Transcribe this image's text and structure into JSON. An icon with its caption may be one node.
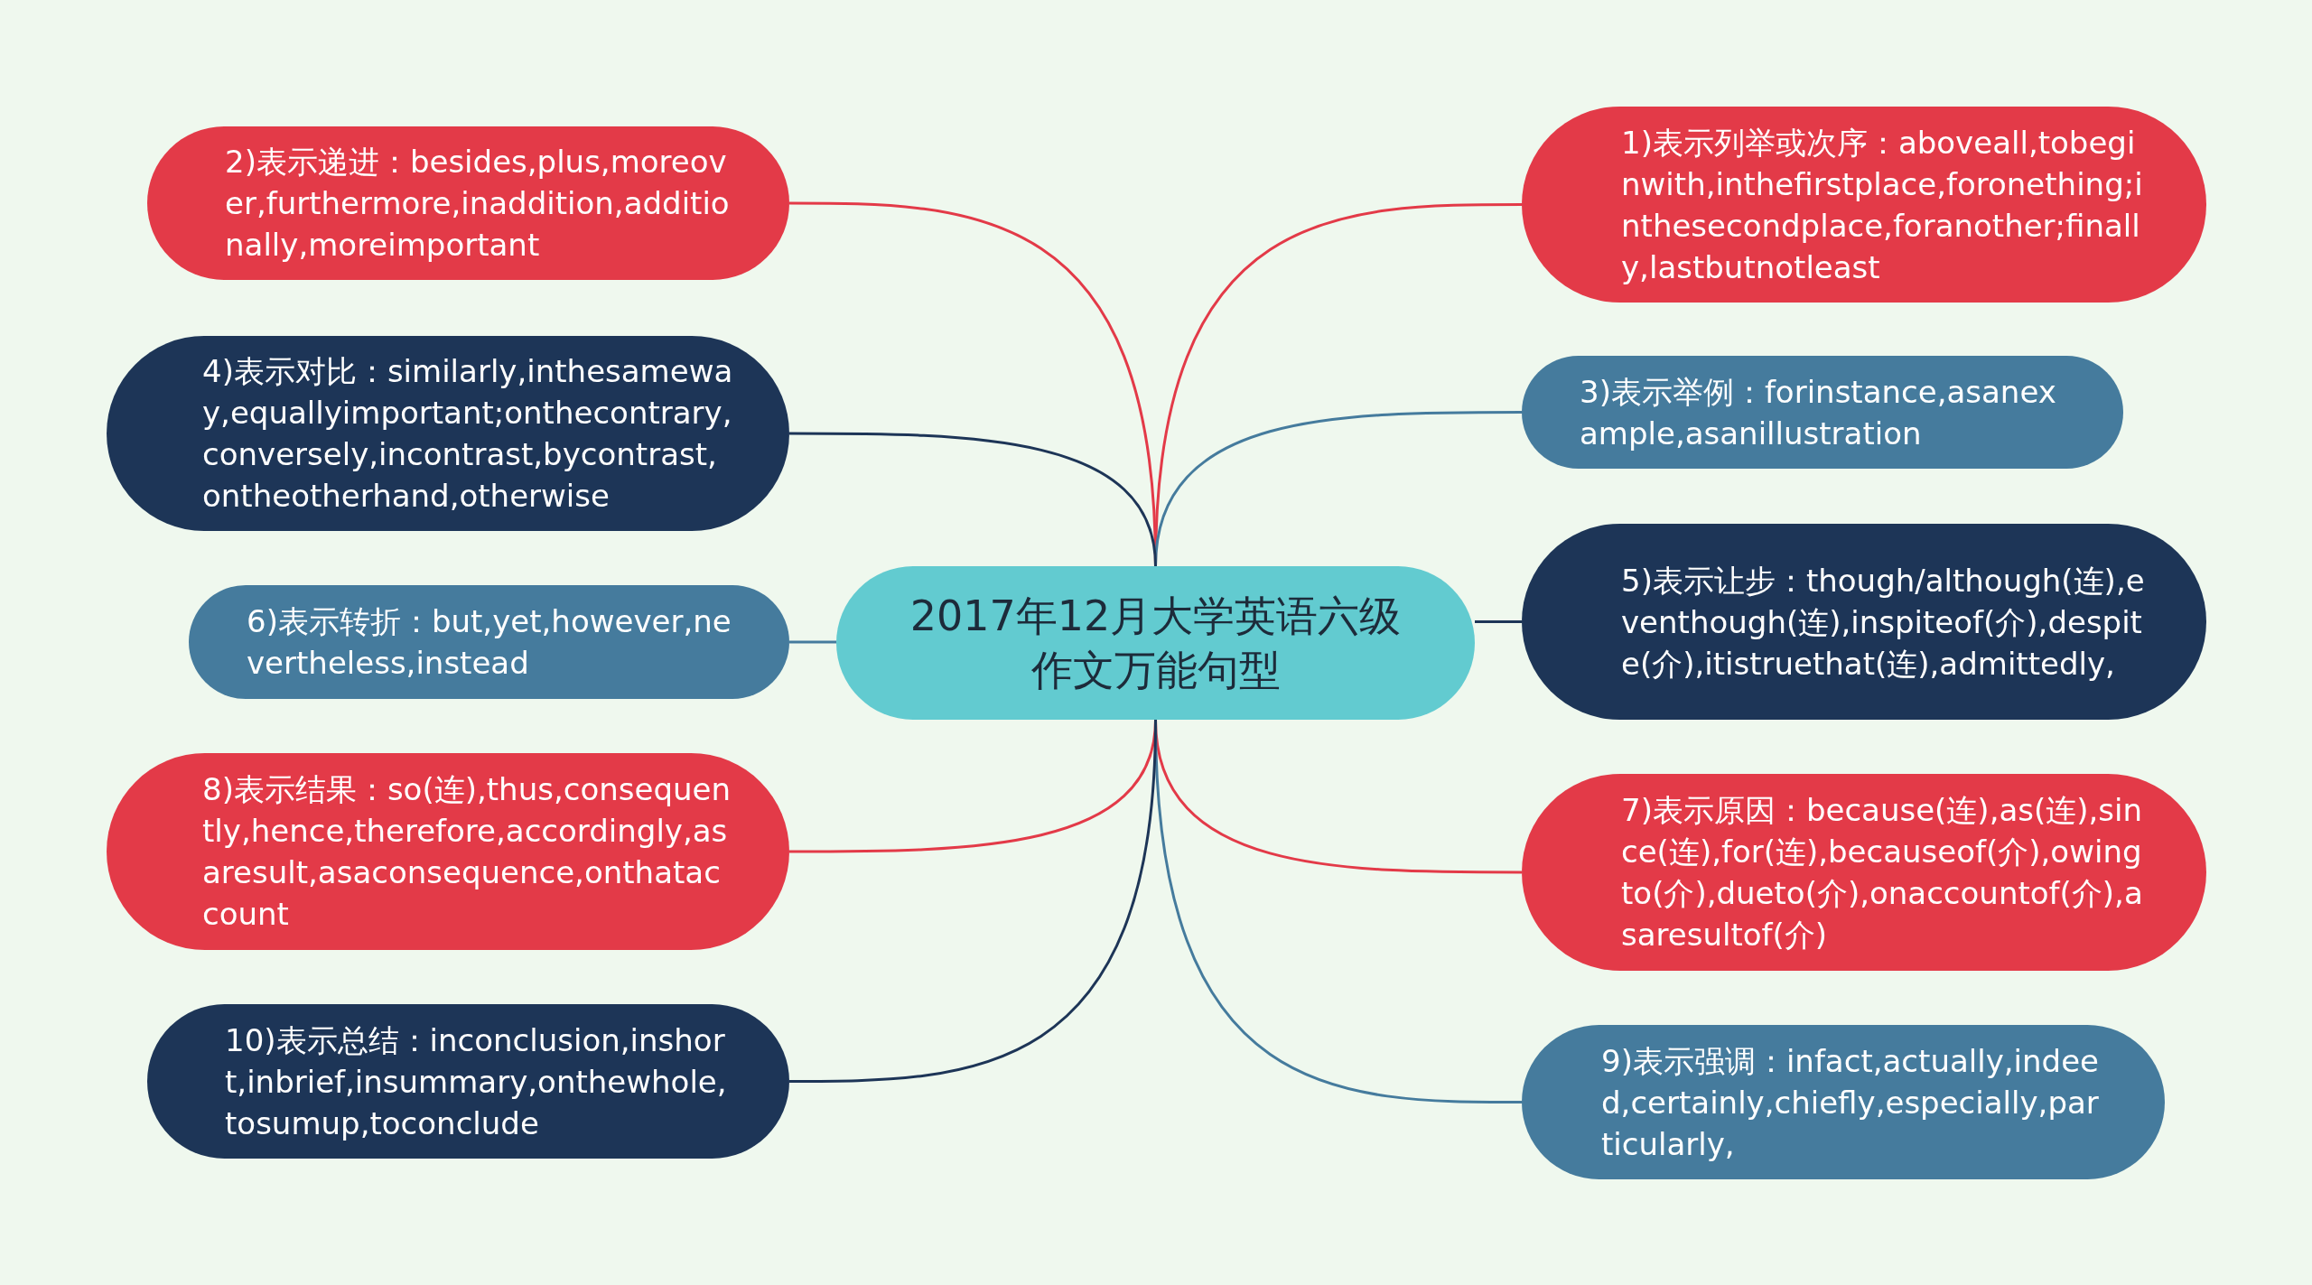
{
  "diagram": {
    "nodes": [
      {
        "text": [
          "2017年12月大学英语六级作文万能句型"
        ]
      },
      {
        "text": [
          "1)表示列举或次序：aboveall,tobeginwith,inthefirstplace,foronething;inthesecondplace,foranother;finally,lastbutnotleast"
        ]
      },
      {
        "text": [
          "2)表示递进：besides,plus,moreover,furthermore,inaddition,additionally,moreimportant"
        ]
      },
      {
        "text": [
          "3)表示举例：forinstance,asanexample,asanillustration"
        ]
      },
      {
        "text": [
          "4)表示对比：similarly,inthesameway,equallyimportant;onthecontrary,conversely,incontrast,bycontrast,ontheotherhand,otherwise"
        ]
      },
      {
        "text": [
          "5)表示让步：though/although(连),eventhough(连),inspiteof(介),despite(介),itistruethat(连),admittedly,"
        ]
      },
      {
        "text": [
          "6)表示转折：but,yet,however,nevertheless,instead"
        ]
      },
      {
        "text": [
          "7)表示原因：because(连),as(连),since(连),for(连),becauseof(介),owingto(介),dueto(介),onaccountof(介),asaresultof(介)"
        ]
      },
      {
        "text": [
          "8)表示结果：so(连),thus,consequently,hence,therefore,accordingly,asaresult,asaconsequence,onthataccount"
        ]
      },
      {
        "text": [
          "9)表示强调：infact,actually,indeed,certainly,chiefly,especially,particularly,"
        ]
      },
      {
        "text": [
          "10)表示总结：inconclusion,inshort,inbrief,insummary,onthewhole,tosumup,toconclude"
        ]
      }
    ],
    "edges": [
      {
        "from": 0,
        "to": 1,
        "arrow": "none",
        "color": "#e33a48"
      },
      {
        "from": 0,
        "to": 2,
        "arrow": "none",
        "color": "#e33a48"
      },
      {
        "from": 0,
        "to": 3,
        "arrow": "none",
        "color": "#457b9d"
      },
      {
        "from": 0,
        "to": 4,
        "arrow": "none",
        "color": "#1d3557"
      },
      {
        "from": 0,
        "to": 5,
        "arrow": "none",
        "color": "#1d3557"
      },
      {
        "from": 0,
        "to": 6,
        "arrow": "none",
        "color": "#457b9d"
      },
      {
        "from": 0,
        "to": 7,
        "arrow": "none",
        "color": "#e33a48"
      },
      {
        "from": 0,
        "to": 8,
        "arrow": "none",
        "color": "#e33a48"
      },
      {
        "from": 0,
        "to": 9,
        "arrow": "none",
        "color": "#457b9d"
      },
      {
        "from": 0,
        "to": 10,
        "arrow": "none",
        "color": "#1d3557"
      }
    ]
  }
}
